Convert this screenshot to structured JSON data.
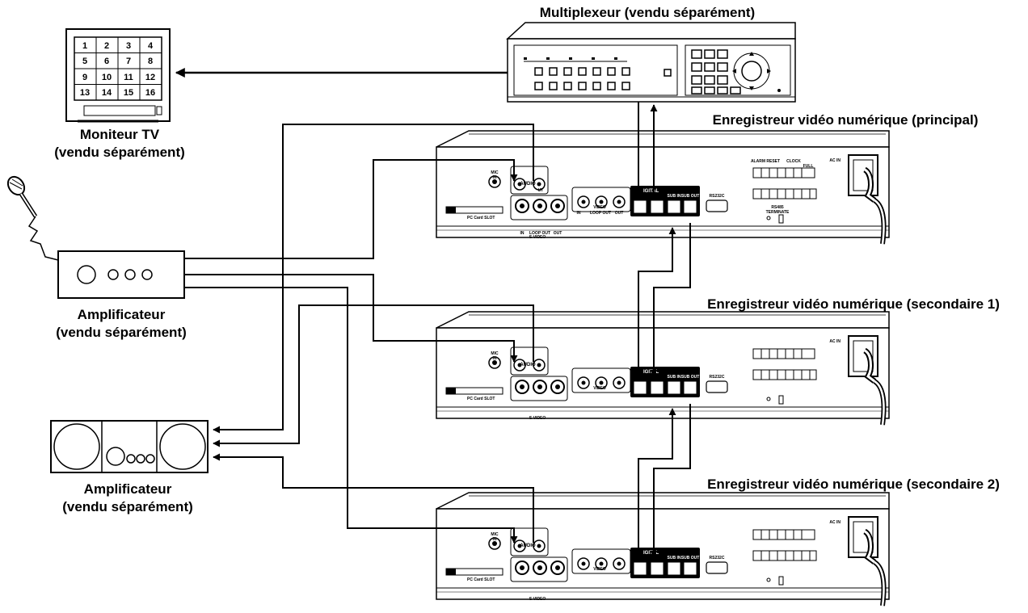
{
  "labels": {
    "multiplexer": "Multiplexeur (vendu séparément)",
    "dvr_main": "Enregistreur vidéo numérique (principal)",
    "dvr_sec1": "Enregistreur vidéo numérique (secondaire 1)",
    "dvr_sec2": "Enregistreur vidéo numérique (secondaire 2)",
    "monitor_line1": "Moniteur TV",
    "monitor_line2": "(vendu séparément)",
    "amp1_line1": "Amplificateur",
    "amp1_line2": "(vendu séparément)",
    "amp2_line1": "Amplificateur",
    "amp2_line2": "(vendu séparément)"
  },
  "monitor_cells": [
    "1",
    "2",
    "3",
    "4",
    "5",
    "6",
    "7",
    "8",
    "9",
    "10",
    "11",
    "12",
    "13",
    "14",
    "15",
    "16"
  ],
  "panel": {
    "mic_in_1": "MIC",
    "mic_in_2": "IN",
    "audio": "AUDIO",
    "audio_out": "UT",
    "video": "VIDEO",
    "in": "IN",
    "loop_out": "LOOP OUT",
    "out": "OUT",
    "s_video": "S-VIDEO",
    "digital": "IGITAL",
    "sub_in": "SUB IN",
    "sub_out": "SUB OUT",
    "rs232c": "RS232C",
    "pc_card": "PC Card SLOT",
    "ac_in": "AC IN",
    "alarm_reset": "ALARM RESET",
    "clock": "CLOCK",
    "full": "FULL",
    "terminate": "TERMINATE",
    "rs485": "RS485"
  }
}
